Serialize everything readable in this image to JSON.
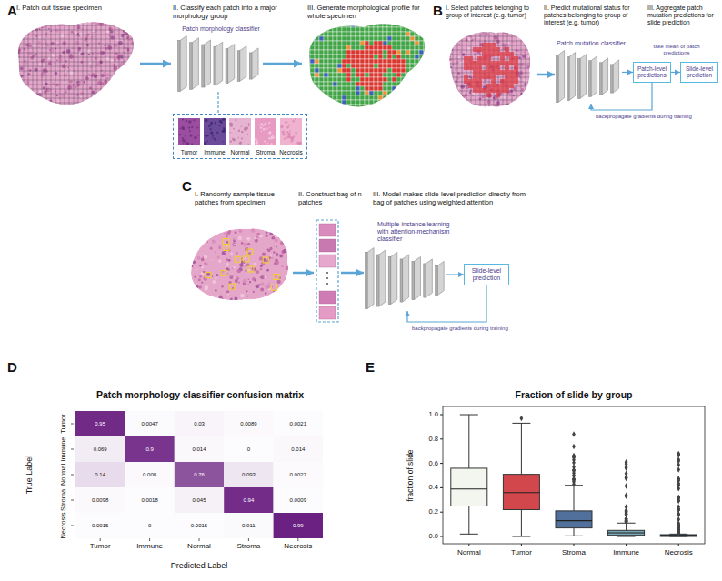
{
  "diagram": {
    "nodes": [
      {
        "text": [
          "Tumor",
          "Immune",
          "Normal",
          "Stroma",
          "Necrosis"
        ]
      },
      {
        "text": [
          "Patch-level predictions"
        ]
      },
      {
        "text": [
          "Slide-level prediction"
        ]
      },
      {
        "text": [
          "Slide-level prediction"
        ]
      }
    ],
    "edges": [
      {
        "from": 1,
        "to": 2,
        "arrow": "to"
      }
    ],
    "labels": [
      "A",
      "I. Patch out tissue specimen",
      "II. Classify each patch into a major morphology group",
      "III. Generate morphological profile for whole specimen",
      "Patch morphology classifier",
      "B",
      "I. Select patches belonging to group of interest (e.g. tumor)",
      "II. Predict mutational status for patches belonging to group of interest (e.g. tumor)",
      "III. Aggregate patch mutation predictions for slide prediction",
      "Patch mutation classifier",
      "take mean of patch predictions",
      "backpropagate gradients during training",
      "C",
      "I. Randomly sample tissue patches from specimen",
      "II. Construct bag of n patches",
      "III. Model makes slide-level prediction directly from bag of patches using weighted attention",
      "Multiple-instance learning with attention-mechanism classifier",
      "backpropagate gradients during training",
      "D",
      "Patch morphology classifier confusion matrix",
      "True Label",
      "Tumor",
      "Immune",
      "Normal",
      "Stroma",
      "Necrosis",
      "0.95",
      "0.0047",
      "0.03",
      "0.0089",
      "0.0021",
      "0.069",
      "0.9",
      "0.014",
      "0",
      "0.014",
      "0.14",
      "0.008",
      "0.76",
      "0.093",
      "0.0027",
      "0.0098",
      "0.0018",
      "0.045",
      "0.94",
      "0.0009",
      "0.0015",
      "0",
      "0.0015",
      "0.011",
      "0.99",
      "Tumor",
      "Immune",
      "Normal",
      "Stroma",
      "Necrosis",
      "Predicted Label",
      "E",
      "Fraction of slide by group",
      "fraction of slide",
      "0.0",
      "0.2",
      "0.4",
      "0.6",
      "0.8",
      "1.0",
      "Normal",
      "Tumor",
      "Stroma",
      "Immune",
      "Necrosis"
    ]
  }
}
